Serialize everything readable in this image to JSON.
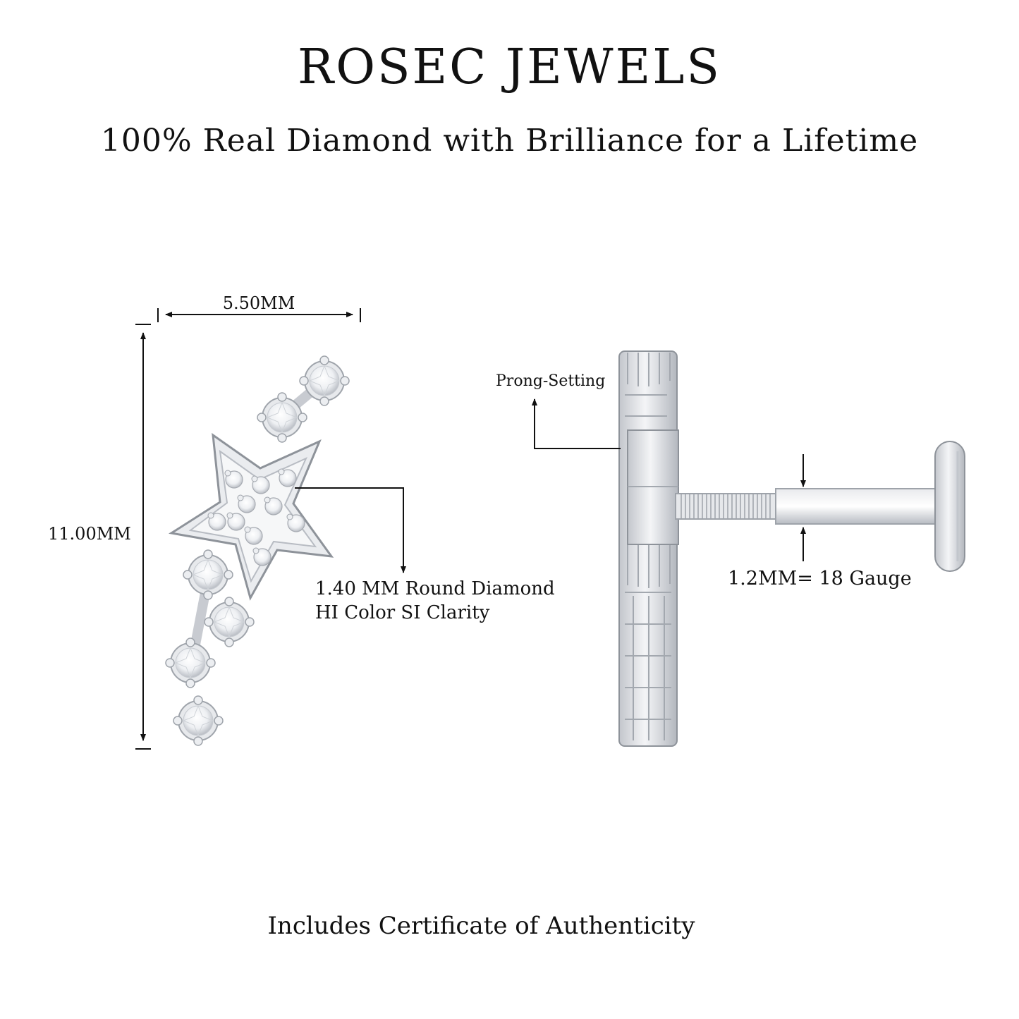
{
  "header": {
    "brand": "ROSEC JEWELS",
    "tagline": "100% Real Diamond with Brilliance for a Lifetime"
  },
  "dimensions": {
    "width_label": "5.50MM",
    "height_label": "11.00MM"
  },
  "callouts": {
    "diamond_line1": "1.40 MM Round Diamond",
    "diamond_line2": "HI Color SI Clarity",
    "prong": "Prong-Setting",
    "gauge": "1.2MM= 18 Gauge"
  },
  "footer": {
    "certificate": "Includes Certificate of Authenticity"
  },
  "colors": {
    "metal": "#dcdee2",
    "metal_dark": "#a7abb2",
    "ink": "#111111"
  }
}
